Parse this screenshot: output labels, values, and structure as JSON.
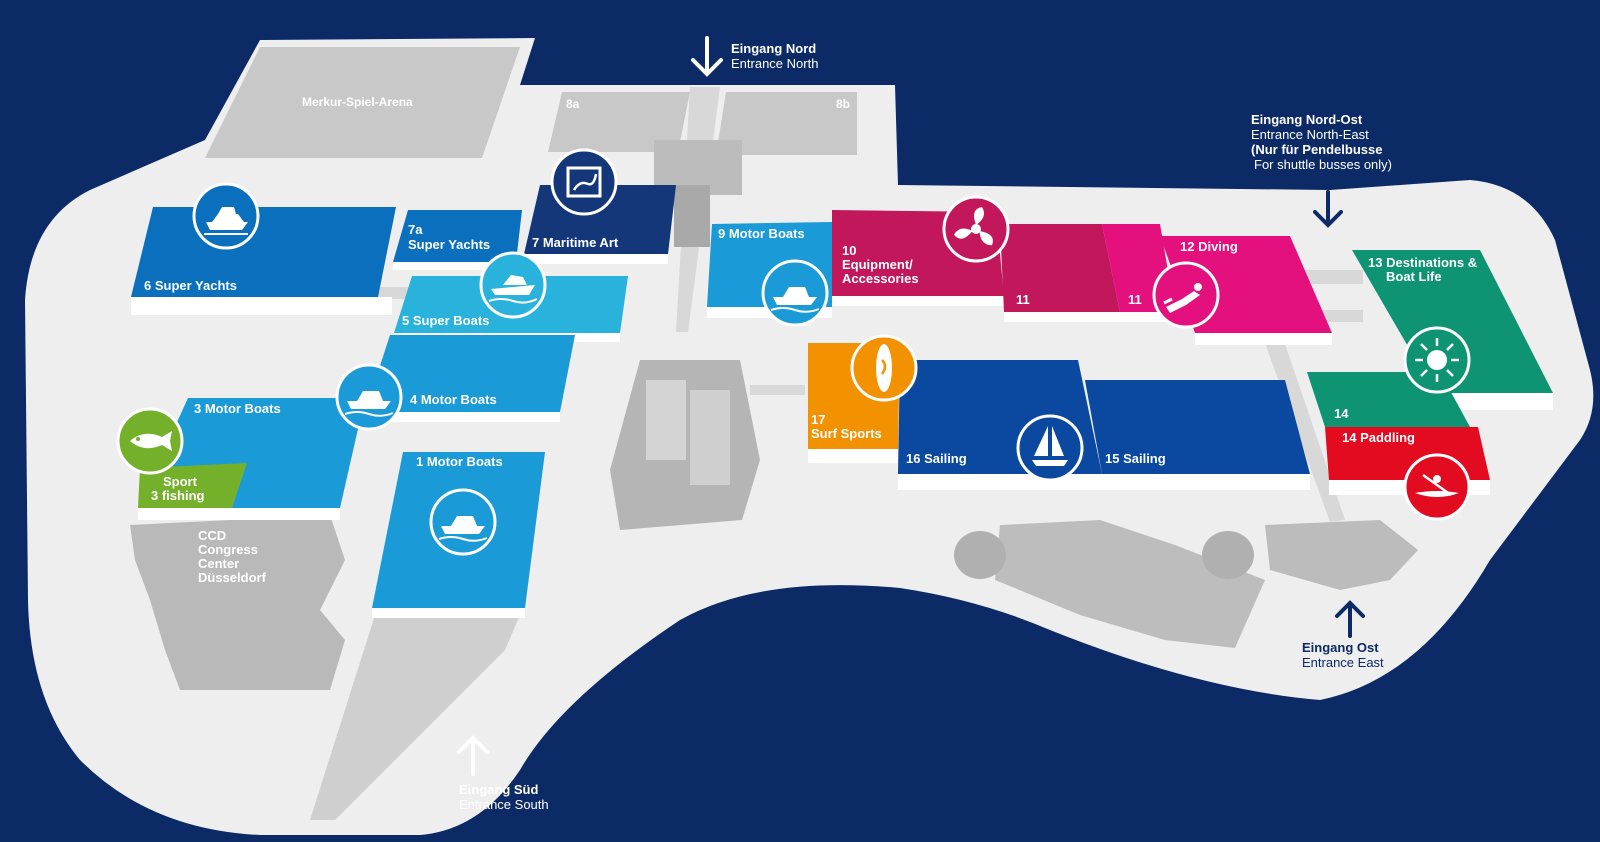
{
  "colors": {
    "background": "#0c2a66",
    "ground": "#eeeeee",
    "building_grey": "#c8c8c8",
    "hall_white_base": "#ffffff",
    "super_yachts": "#0a6fbd",
    "maritime_art": "#14377a",
    "super_boats": "#29b3dc",
    "motor_boats": "#1a9ad7",
    "sport_fishing": "#74b02a",
    "equipment": "#c2185b",
    "diving": "#e4107e",
    "destinations": "#0e9473",
    "paddling": "#e30b20",
    "surf_sports": "#f39200",
    "sailing": "#0b48a0"
  },
  "halls": {
    "merkur": "Merkur-Spiel-Arena",
    "h8a": "8a",
    "h8b": "8b",
    "h6": "6 Super Yachts",
    "h7a_line1": "7a",
    "h7a_line2": "Super Yachts",
    "h7": "7 Maritime Art",
    "h5": "5 Super Boats",
    "h4": "4 Motor Boats",
    "h3": "3 Motor Boats",
    "h3_sport_line1": "Sport",
    "h3_sport_line2": "3 fishing",
    "h1": "1 Motor Boats",
    "ccd_line1": "CCD",
    "ccd_line2": "Congress",
    "ccd_line3": "Center",
    "ccd_line4": "Düsseldorf",
    "h9": "9 Motor Boats",
    "h10_line1": "10",
    "h10_line2": "Equipment/",
    "h10_line3": "Accessories",
    "h11a": "11",
    "h11b": "11",
    "h12": "12 Diving",
    "h13_line1": "13 Destinations &",
    "h13_line2": "Boat Life",
    "h14": "14",
    "h14p": "14 Paddling",
    "h17_line1": "17",
    "h17_line2": "Surf Sports",
    "h16": "16 Sailing",
    "h15": "15 Sailing"
  },
  "entrances": {
    "north": {
      "title": "Eingang Nord",
      "subtitle": "Entrance North"
    },
    "northeast": {
      "title": "Eingang Nord-Ost",
      "subtitle": "Entrance North-East",
      "note_title": "(Nur für Pendelbusse",
      "note_sub": "For shuttle busses only)"
    },
    "south": {
      "title": "Eingang Süd",
      "subtitle": "Entrance South"
    },
    "east": {
      "title": "Eingang Ost",
      "subtitle": "Entrance East"
    }
  },
  "icons": {
    "super_yachts": "yacht-icon",
    "maritime_art": "painting-icon",
    "super_boats": "speedboat-icon",
    "motor_boats": "motorboat-icon",
    "sport_fishing": "fish-icon",
    "equipment": "propeller-icon",
    "diving": "diver-icon",
    "destinations": "sun-icon",
    "paddling": "kayak-icon",
    "surf_sports": "surfboard-icon",
    "sailing": "sailboat-icon"
  }
}
